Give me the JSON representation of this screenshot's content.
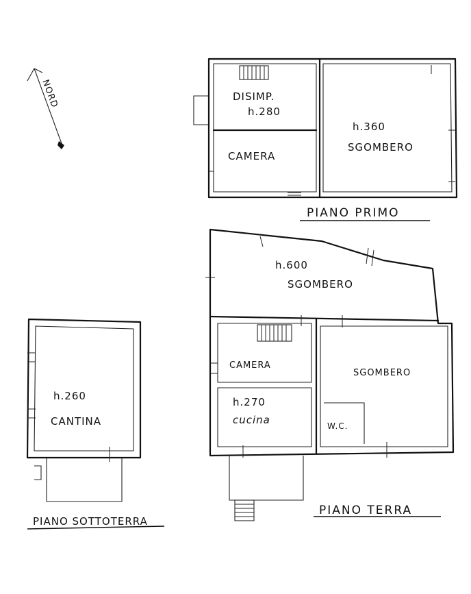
{
  "north_label": "NORD",
  "floors": {
    "primo": {
      "title": "PIANO PRIMO",
      "disimpegno_name": "DISIMP.",
      "disimpegno_height": "h.280",
      "camera_name": "CAMERA",
      "sgombero_height": "h.360",
      "sgombero_name": "SGOMBERO"
    },
    "terra": {
      "title": "PIANO TERRA",
      "sgombero_top_height": "h.600",
      "sgombero_top_name": "SGOMBERO",
      "camera_name": "CAMERA",
      "cucina_height": "h.270",
      "cucina_name": "cucina",
      "sgombero_right_name": "SGOMBERO",
      "wc_name": "W.C."
    },
    "sottoterra": {
      "title": "PIANO SOTTOTERRA",
      "cantina_height": "h.260",
      "cantina_name": "CANTINA"
    }
  }
}
